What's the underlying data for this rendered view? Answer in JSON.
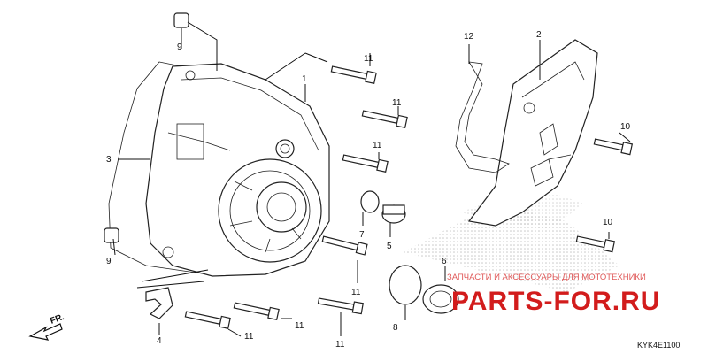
{
  "parts": [
    {
      "id": "p1",
      "label": "1"
    },
    {
      "id": "p2",
      "label": "2"
    },
    {
      "id": "p3",
      "label": "3"
    },
    {
      "id": "p4",
      "label": "4"
    },
    {
      "id": "p5",
      "label": "5"
    },
    {
      "id": "p6",
      "label": "6"
    },
    {
      "id": "p7",
      "label": "7"
    },
    {
      "id": "p8",
      "label": "8"
    },
    {
      "id": "p9",
      "label": "9"
    },
    {
      "id": "p10",
      "label": "10"
    },
    {
      "id": "p11",
      "label": "11"
    },
    {
      "id": "p12",
      "label": "12"
    }
  ],
  "watermark": {
    "tagline": "ЗАПЧАСТИ И АКСЕССУАРЫ ДЛЯ МОТОТЕХНИКИ",
    "brand": "PARTS-FOR.RU"
  },
  "direction_label": "FR.",
  "diagram_code": "KYK4E1100",
  "colors": {
    "watermark_red": "#d21c1c",
    "line": "#111111"
  }
}
